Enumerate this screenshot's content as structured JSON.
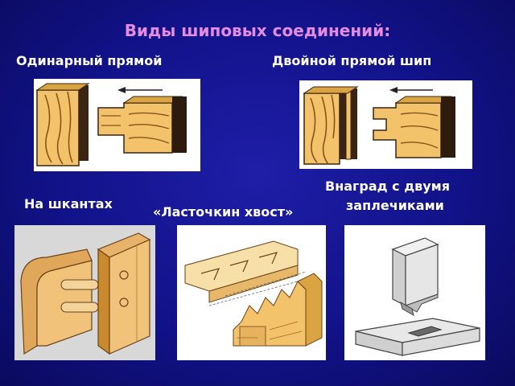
{
  "slide": {
    "title": "Виды шиповых соединений:",
    "captions": {
      "single_straight": "Одинарный прямой",
      "double_straight": "Двойной прямой шип",
      "dowels": "На шкантах",
      "dovetail": "«Ласточкин хвост»",
      "housing_line1": "Внаград с двумя",
      "housing_line2": "заплечиками"
    }
  },
  "colors": {
    "background": "#121289",
    "title": "#e58ce0",
    "caption": "#ffffff",
    "wood_light": "#f2c36b",
    "wood_dark": "#c98a2e",
    "wood_end": "#d9a441"
  },
  "icons": {
    "single_straight": "tenon-joint-single-illustration",
    "double_straight": "tenon-joint-double-illustration",
    "dowels": "dowel-joint-illustration",
    "dovetail": "dovetail-joint-illustration",
    "housing": "housing-joint-illustration"
  }
}
